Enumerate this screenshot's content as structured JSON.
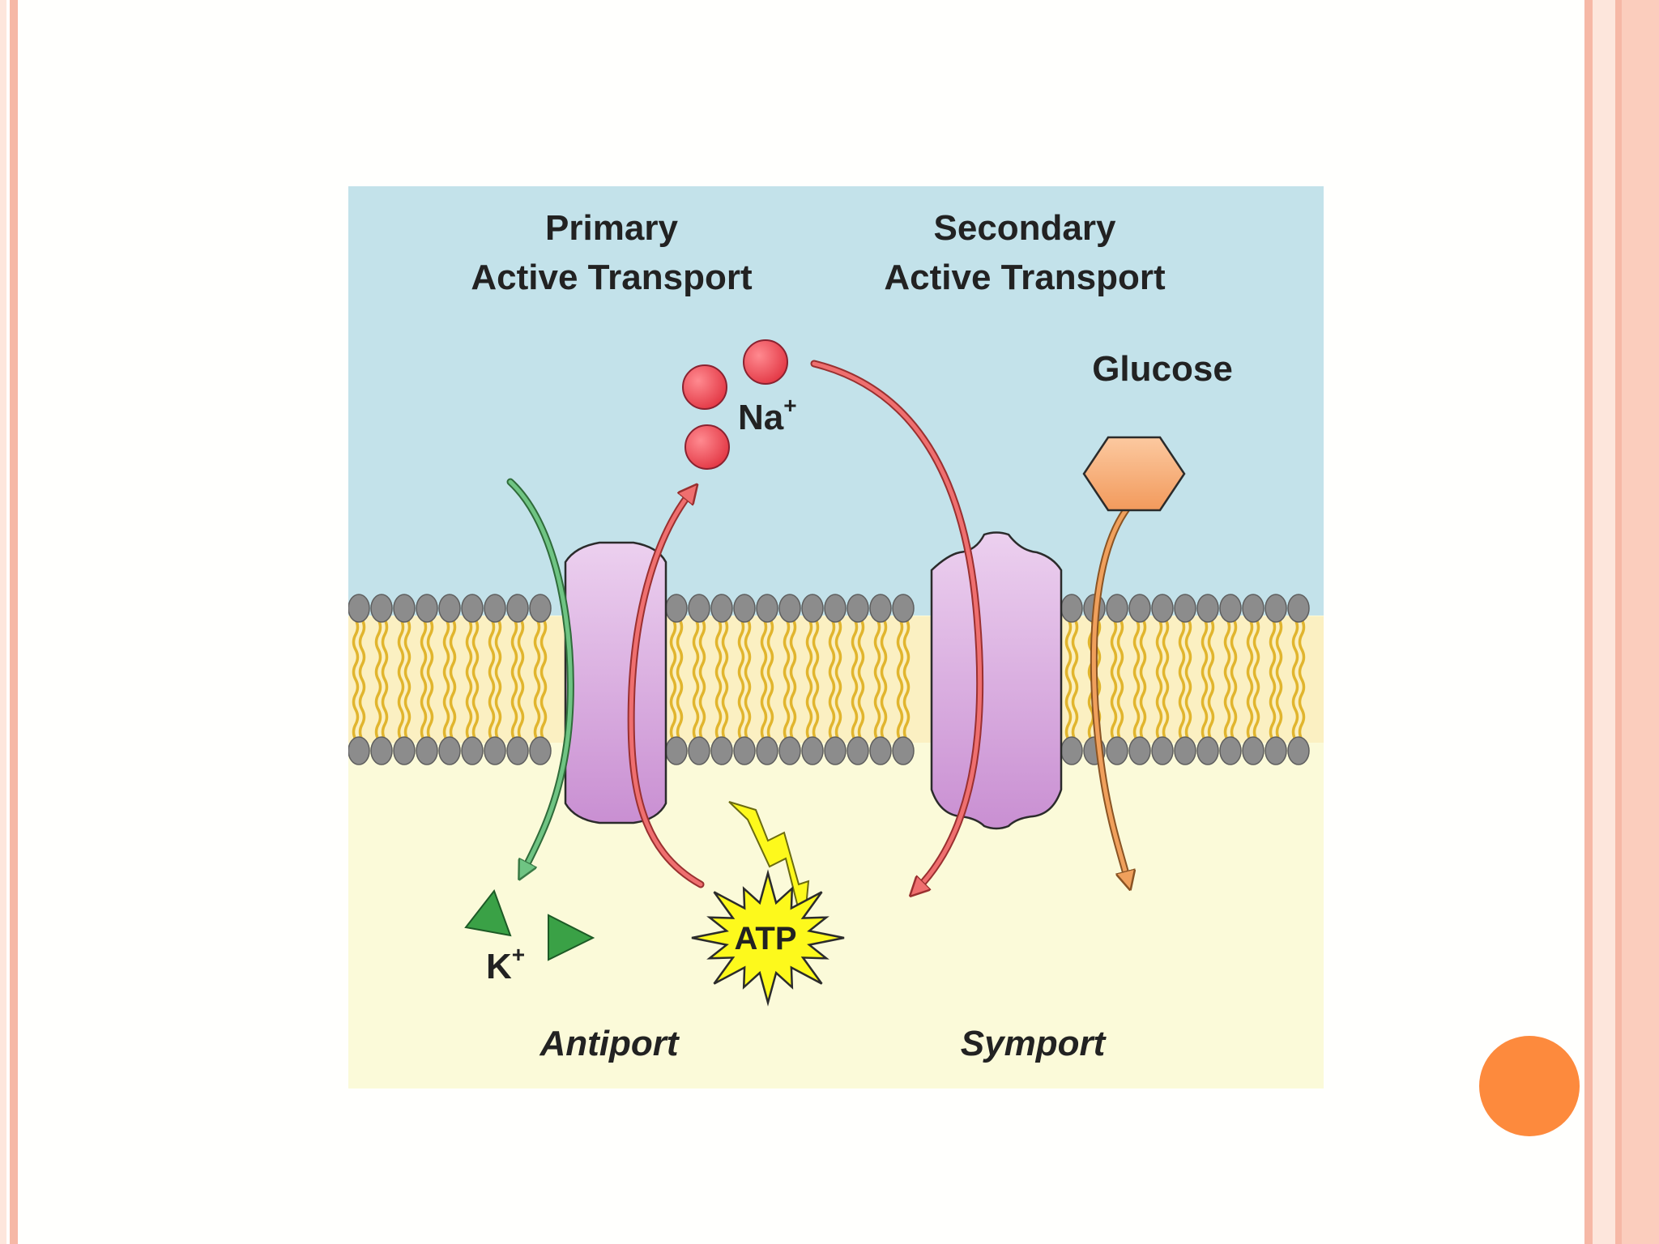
{
  "colors": {
    "slide_background": "#fffffd",
    "border_stripe": "#f6b8a6",
    "border_light": "#fde6dc",
    "accent_dot": "#fd8a3d",
    "extracellular": "#c3e2ea",
    "cytoplasm": "#fbfad9",
    "lipid_head": "#8c8c8c",
    "lipid_tail": "#e1b52e",
    "protein": "#dcaee2",
    "protein_dark": "#c88dd0",
    "sodium": "#ef4b57",
    "potassium": "#3aa146",
    "glucose": "#f5a56c",
    "atp": "#fdf91c",
    "arrow_green": "#6fc483",
    "arrow_red": "#ef6f6f",
    "arrow_orange": "#f0a05c"
  },
  "diagram": {
    "primary_title_line1": "Primary",
    "primary_title_line2": "Active Transport",
    "secondary_title_line1": "Secondary",
    "secondary_title_line2": "Active Transport",
    "sodium_label": "Na",
    "sodium_charge": "+",
    "glucose_label": "Glucose",
    "potassium_label": "K",
    "potassium_charge": "+",
    "atp_label": "ATP",
    "antiport_label": "Antiport",
    "symport_label": "Symport"
  }
}
